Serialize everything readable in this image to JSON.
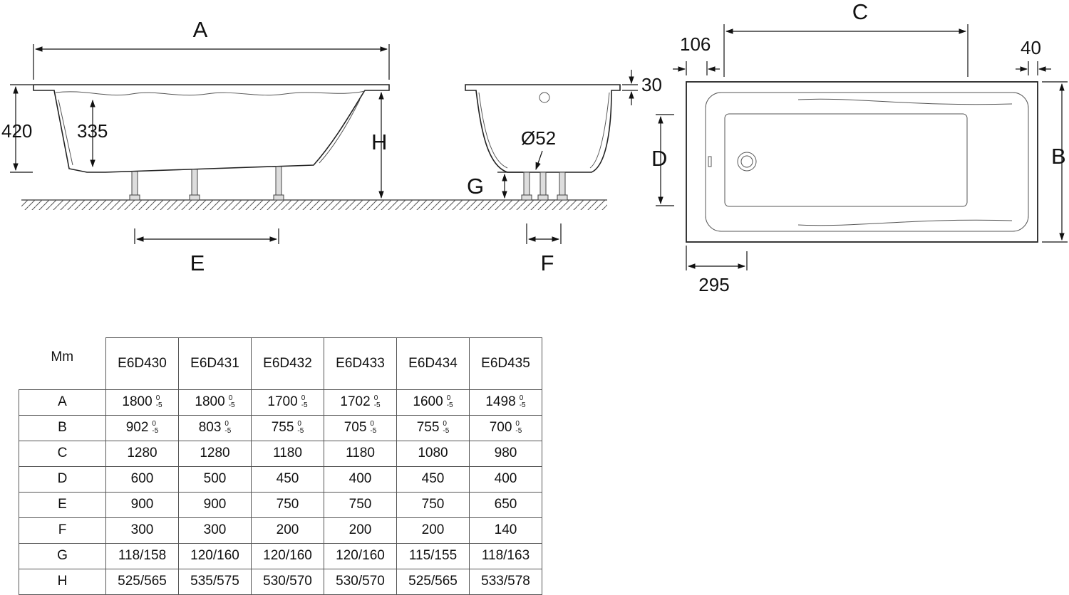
{
  "diagram": {
    "side_view": {
      "length_label": "A",
      "total_height_label": "420",
      "inner_depth_label": "335",
      "height_label": "H",
      "leg_spacing_label": "E"
    },
    "end_view": {
      "rim_label": "30",
      "drain_label": "Ø52",
      "leg_height_label": "G",
      "leg_spacing_label": "F"
    },
    "top_view": {
      "inner_length_label": "C",
      "left_offset_label": "106",
      "right_offset_label": "40",
      "width_label": "B",
      "inner_width_label": "D",
      "drain_offset_label": "295"
    }
  },
  "table": {
    "corner_label": "Mm",
    "models": [
      "E6D430",
      "E6D431",
      "E6D432",
      "E6D433",
      "E6D434",
      "E6D435"
    ],
    "rows": [
      {
        "label": "A",
        "values": [
          "1800",
          "1800",
          "1700",
          "1702",
          "1600",
          "1498"
        ],
        "tol_upper": "0",
        "tol_lower": "-5"
      },
      {
        "label": "B",
        "values": [
          "902",
          "803",
          "755",
          "705",
          "755",
          "700"
        ],
        "tol_upper": "0",
        "tol_lower": "-5"
      },
      {
        "label": "C",
        "values": [
          "1280",
          "1280",
          "1180",
          "1180",
          "1080",
          "980"
        ]
      },
      {
        "label": "D",
        "values": [
          "600",
          "500",
          "450",
          "400",
          "450",
          "400"
        ]
      },
      {
        "label": "E",
        "values": [
          "900",
          "900",
          "750",
          "750",
          "750",
          "650"
        ]
      },
      {
        "label": "F",
        "values": [
          "300",
          "300",
          "200",
          "200",
          "200",
          "140"
        ]
      },
      {
        "label": "G",
        "values": [
          "118/158",
          "120/160",
          "120/160",
          "120/160",
          "115/155",
          "118/163"
        ]
      },
      {
        "label": "H",
        "values": [
          "525/565",
          "535/575",
          "530/570",
          "530/570",
          "525/565",
          "533/578"
        ]
      }
    ]
  }
}
